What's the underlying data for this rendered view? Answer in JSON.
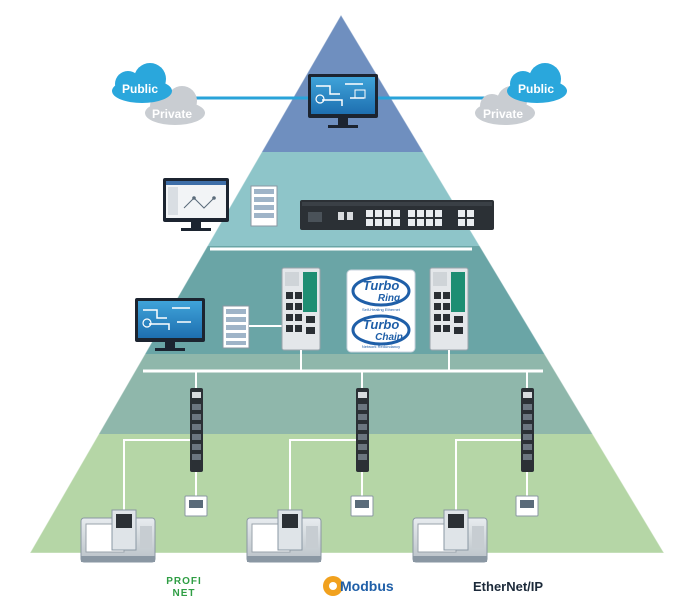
{
  "clouds": {
    "left": {
      "public_label": "Public",
      "private_label": "Private"
    },
    "right": {
      "public_label": "Public",
      "private_label": "Private"
    }
  },
  "badge": {
    "ring_line1": "Turbo",
    "ring_line2": "Ring",
    "ring_sub": "Self-Healing Ethernet",
    "chain_line1": "Turbo",
    "chain_line2": "Chain",
    "chain_sub": "Network Redundancy"
  },
  "protocols": {
    "profinet_line1": "PROFI",
    "profinet_line2": "NET",
    "modbus": "Modbus",
    "ethernet_ip": "EtherNet/IP"
  },
  "colors": {
    "tier1": "#6f8fbf",
    "tier2": "#8ec5c9",
    "tier3": "#6aa5a6",
    "tier4": "#8fb7ab",
    "tier5": "#b5d6a6",
    "cloud_public": "#2aa7dc",
    "cloud_private": "#c9cdd2",
    "link": "#29a3d9",
    "wire": "#ffffff"
  }
}
